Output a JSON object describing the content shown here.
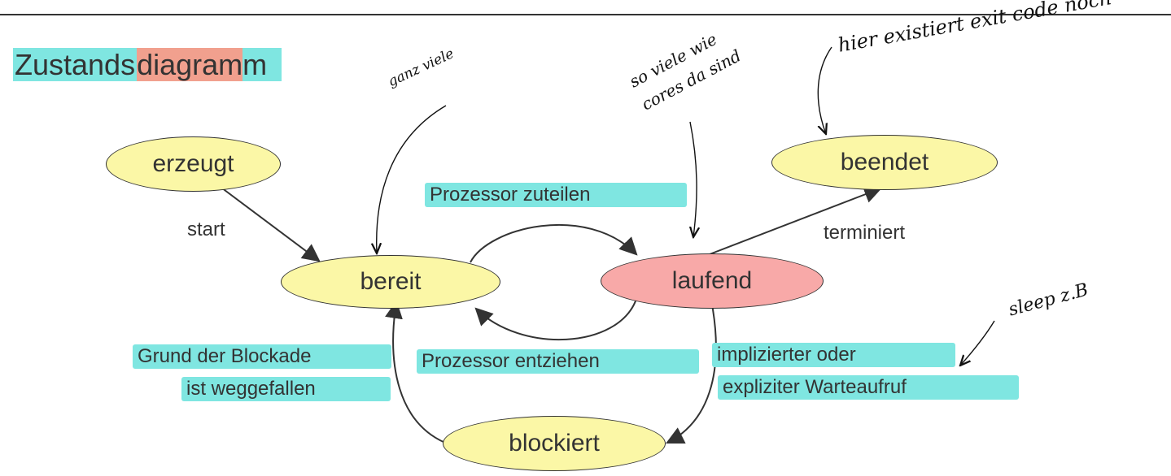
{
  "title": {
    "part1": "Zustands",
    "part2": "diagram",
    "part3": "m"
  },
  "nodes": {
    "erzeugt": "erzeugt",
    "bereit": "bereit",
    "laufend": "laufend",
    "beendet": "beendet",
    "blockiert": "blockiert"
  },
  "edge_labels": {
    "start": "start",
    "prozessor_zuteilen": "Prozessor zuteilen",
    "prozessor_entziehen": "Prozessor entziehen",
    "terminiert": "terminiert",
    "grund_line1": "Grund der Blockade",
    "grund_line2": "ist weggefallen",
    "warte_line1": "implizierter oder",
    "warte_line2": "expliziter Warteaufruf"
  },
  "notes": {
    "ganz_viele": "ganz viele",
    "cores_line1": "so viele wie",
    "cores_line2": "cores da sind",
    "exit_code": "hier existiert exit code noch",
    "sleep": "sleep z.B"
  },
  "colors": {
    "node_default": "#fbf7a6",
    "node_running": "#f8a9a8",
    "highlight": "#7fe6e1",
    "highlight_red": "#f1a08e"
  }
}
